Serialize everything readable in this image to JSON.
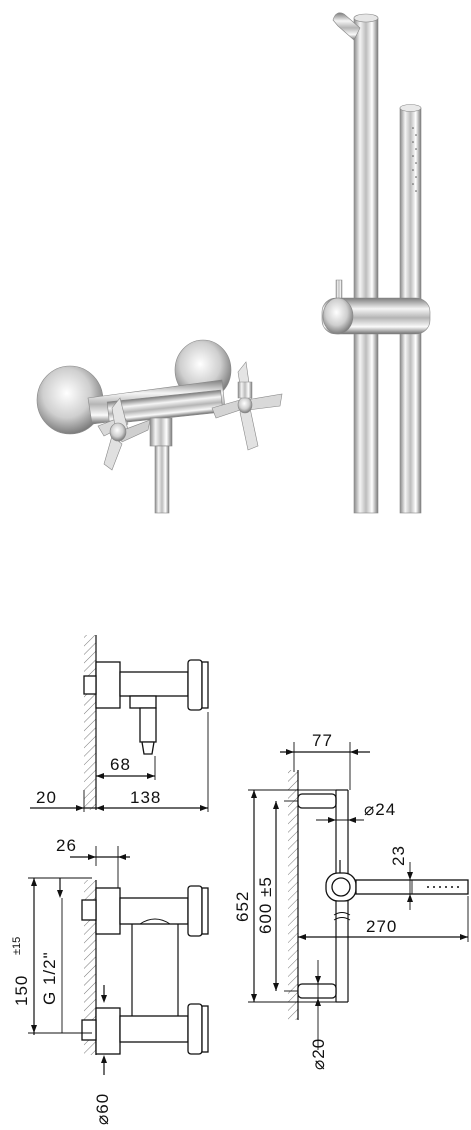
{
  "photo": {
    "subject": "chrome shower mixer with cross handles, slide rail and hand shower",
    "chrome_light": "#f2f2f2",
    "chrome_mid": "#bdbdbd",
    "chrome_dark": "#6e6e6e"
  },
  "drawing": {
    "line_color": "#111111",
    "top_view": {
      "dim_68": "68",
      "dim_20": "20",
      "dim_138": "138"
    },
    "front_view": {
      "dim_26": "26",
      "dim_150": "150",
      "dim_150_tol": "±15",
      "thread": "G 1/2\"",
      "dia_60": "⌀60"
    },
    "rail_view": {
      "dim_77": "77",
      "dia_24": "⌀24",
      "dim_23": "23",
      "dim_652": "652",
      "dim_600": "600 ±5",
      "dim_270": "270",
      "dia_20": "⌀20"
    }
  }
}
